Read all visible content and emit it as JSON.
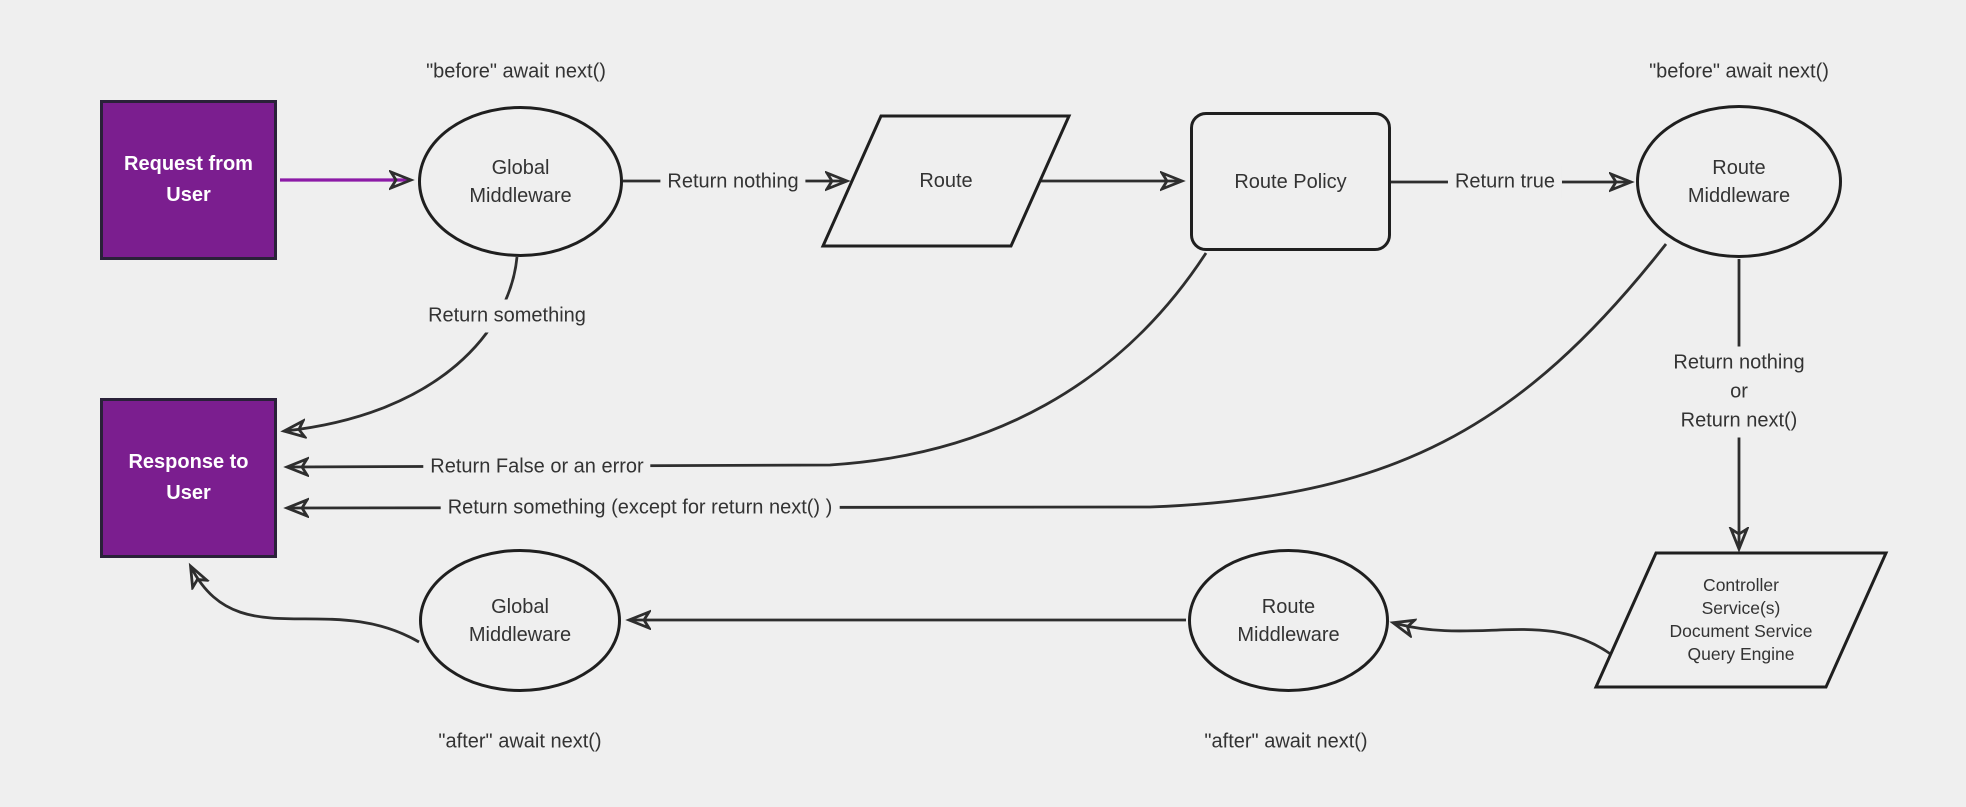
{
  "colors": {
    "background": "#efefef",
    "edge_line": "#2e2e2e",
    "node_border": "#1f1f1f",
    "purple_fill": "#7b1e8f",
    "purple_border": "#2a2139",
    "purple_arrow": "#8c1ba6",
    "text": "#333333",
    "purple_box_text": "#ffffff"
  },
  "nodes": {
    "request": {
      "label": "Request from\nUser"
    },
    "global_middleware_top": {
      "label": "Global\nMiddleware"
    },
    "route": {
      "label": "Route"
    },
    "route_policy": {
      "label": "Route Policy"
    },
    "route_middleware_top": {
      "label": "Route\nMiddleware"
    },
    "response": {
      "label": "Response to\nUser"
    },
    "controller": {
      "label": "Controller\nService(s)\nDocument Service\nQuery Engine"
    },
    "route_middleware_bottom": {
      "label": "Route\nMiddleware"
    },
    "global_middleware_bottom": {
      "label": "Global\nMiddleware"
    }
  },
  "edge_labels": {
    "before_await_left": "\"before\" await next()",
    "before_await_right": "\"before\" await next()",
    "return_nothing": "Return nothing",
    "return_true": "Return true",
    "return_something": "Return something",
    "return_false_or_error": "Return False or an error",
    "return_something_except": "Return something (except for return next() )",
    "return_nothing_or_next": "Return nothing\nor\nReturn next()",
    "after_await_left": "\"after\" await next()",
    "after_await_right": "\"after\" await next()"
  }
}
